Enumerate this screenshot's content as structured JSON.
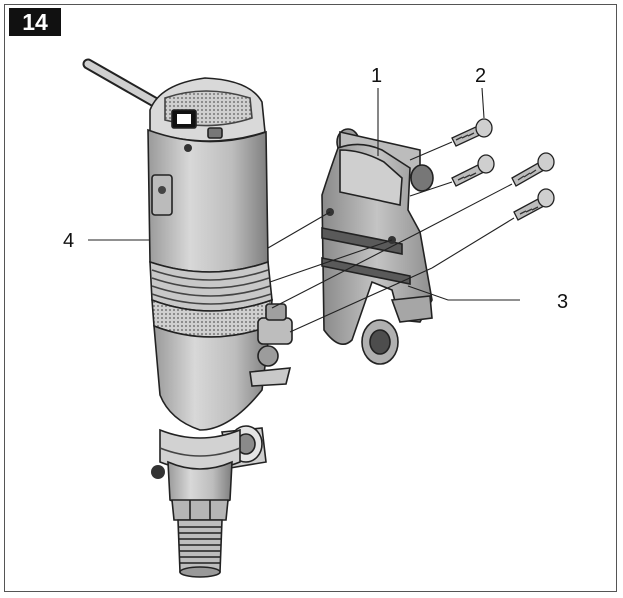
{
  "figure": {
    "number": "14"
  },
  "callouts": {
    "c1": "1",
    "c2": "2",
    "c3": "3",
    "c4": "4"
  },
  "colors": {
    "line": "#222222",
    "body_dark": "#8c8c8c",
    "body_mid": "#b5b5b5",
    "body_light": "#dcdcdc",
    "bracket": "#a9a9a9"
  }
}
